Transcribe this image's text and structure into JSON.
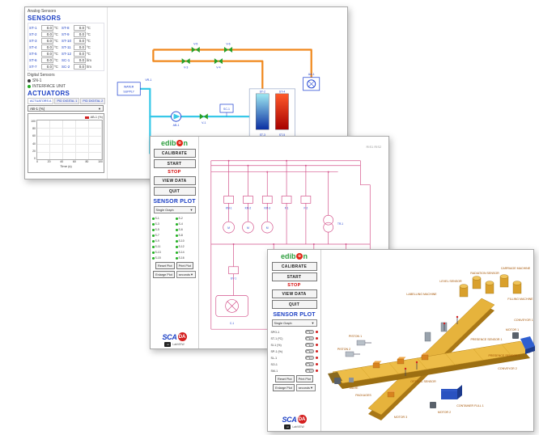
{
  "win1": {
    "analog_label": "Analog Sensors",
    "sensors_title": "SENSORS",
    "sensor_pairs": [
      {
        "ln": "ST-1",
        "lv": "0.0",
        "lu": "ºC",
        "rn": "ST-8",
        "rv": "0.0",
        "ru": "ºC"
      },
      {
        "ln": "ST-2",
        "lv": "0.0",
        "lu": "ºC",
        "rn": "ST-9",
        "rv": "0.0",
        "ru": "ºC"
      },
      {
        "ln": "ST-3",
        "lv": "0.0",
        "lu": "ºC",
        "rn": "ST-10",
        "rv": "0.0",
        "ru": "ºC"
      },
      {
        "ln": "ST-4",
        "lv": "0.0",
        "lu": "ºC",
        "rn": "ST-11",
        "rv": "0.0",
        "ru": "ºC"
      },
      {
        "ln": "ST-5",
        "lv": "0.0",
        "lu": "ºC",
        "rn": "ST-12",
        "rv": "0.0",
        "ru": "ºC"
      },
      {
        "ln": "ST-6",
        "lv": "0.0",
        "lu": "ºC",
        "rn": "SC-1",
        "rv": "0.0",
        "ru": "l/m"
      },
      {
        "ln": "ST-7",
        "lv": "0.0",
        "lu": "ºC",
        "rn": "SC-2",
        "rv": "0.0",
        "ru": "l/m"
      }
    ],
    "digital_label": "Digital Sensors",
    "digital_items": [
      {
        "label": "SN-1"
      },
      {
        "label": "INTERFACE UNIT"
      }
    ],
    "actuators_title": "ACTUATORS",
    "tabs": [
      "ACTUATORS A",
      "PID DIGITAL 1",
      "PID DIGITAL 2"
    ],
    "selector_value": "AB-1 (%)",
    "chart": {
      "legend": "AB-1 (%)",
      "y_ticks": [
        "100",
        "80",
        "60",
        "40",
        "20",
        "0"
      ],
      "x_ticks": [
        "0",
        "20",
        "40",
        "60",
        "80",
        "100"
      ],
      "xlabel": "Time (s)"
    },
    "diagram": {
      "ws1": "WATER",
      "ws2": "SUPPLY",
      "vr1": "VR-1",
      "v1": "V-1",
      "v2": "V-2",
      "v3": "V-3",
      "v4": "V-4",
      "v5": "V-5",
      "v6": "V-6",
      "v7": "V-7",
      "aa1": "AA-1",
      "ab1": "AB-1",
      "sc1": "SC-1",
      "ar1": "AR-1",
      "co1": "CO-1",
      "st1": "ST-1",
      "st2": "ST-2",
      "st3": "ST-3",
      "st4": "ST-4",
      "st5": "ST-5"
    }
  },
  "win2": {
    "logo": {
      "pre": "edib",
      "o": "o",
      "post": "n"
    },
    "buttons": {
      "calibrate": "CALIBRATE",
      "start": "START",
      "stop": "STOP",
      "view_data": "VIEW DATA",
      "quit": "QUIT"
    },
    "plot_title": "SENSOR PLOT",
    "graph_select": "Single Graph",
    "sensor_items": [
      "S-1",
      "S-2",
      "S-3",
      "S-4",
      "S-5",
      "S-6",
      "S-7",
      "S-8",
      "S-9",
      "S-10",
      "S-11",
      "S-12",
      "S-13",
      "S-14",
      "S-15",
      "S-16"
    ],
    "plot_buttons": {
      "reset": "Reset Plot",
      "print": "Print Plot",
      "enlarge": "Enlarge Plot",
      "interval": "seconds"
    },
    "scada": {
      "sca": "SCA",
      "da": "DA",
      "labview": "LabVIEW",
      "ni": "ni"
    },
    "model_label": "RIS1  RIS2",
    "motor_letter": "M",
    "diagram_labels": [
      "KM-1",
      "KM-2",
      "KM-3",
      "F-1",
      "F-2",
      "EV-1",
      "EV-2",
      "PS-1",
      "TR-1",
      "C-1",
      "REG-1"
    ]
  },
  "win3": {
    "logo": {
      "pre": "edib",
      "o": "o",
      "post": "n"
    },
    "buttons": {
      "calibrate": "CALIBRATE",
      "start": "START",
      "stop": "STOP",
      "view_data": "VIEW DATA",
      "quit": "QUIT"
    },
    "plot_title": "SENSOR PLOT",
    "graph_select": "Single Graph",
    "sensor_toggles": [
      "SPO-1",
      "ST-1 (ºC)",
      "SI-1 (%)",
      "SP-1 (%)",
      "SL-1",
      "SO-1",
      "SM-1"
    ],
    "plot_buttons": {
      "reset": "Reset Plot",
      "print": "Print Plot",
      "enlarge": "Enlarge Plot",
      "interval": "seconds"
    },
    "scada": {
      "sca": "SCA",
      "da": "DA",
      "labview": "LabVIEW",
      "ni": "ni"
    },
    "diagram_labels": [
      "LABELLING MACHINE",
      "LEVEL SENSOR",
      "RADIATION SENSOR",
      "CARRIAGE MACHINE",
      "FILLING MACHINE",
      "CONVEYOR 1",
      "MOTOR 1",
      "PISTON 1",
      "PISTON 2",
      "PRESENCE SENSOR 1",
      "PRESENCE SENSOR 2",
      "CONVEYOR 2",
      "OPTICAL SENSOR",
      "MOTOR 2",
      "CONTAINER FULL 1",
      "MOTOR 3",
      "VALVE",
      "PACKAGES"
    ]
  }
}
